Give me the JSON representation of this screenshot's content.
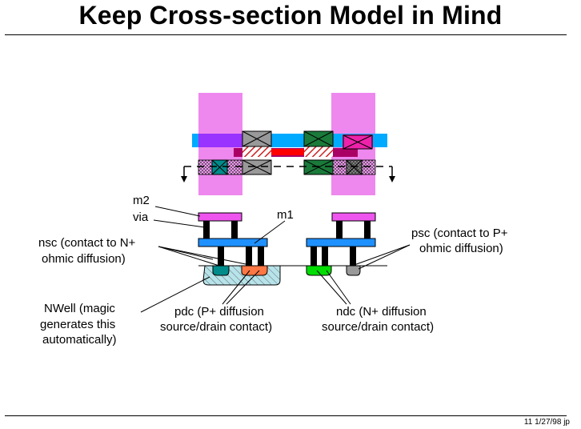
{
  "title": "Keep Cross-section Model in Mind",
  "labels": {
    "m2": "m2",
    "via": "via",
    "m1": "m1",
    "nsc_1": "nsc (contact to N+",
    "nsc_2": "ohmic diffusion)",
    "psc_1": "psc (contact to P+",
    "psc_2": "ohmic diffusion)",
    "nwell_1": "NWell (magic",
    "nwell_2": "generates this",
    "nwell_3": "automatically)",
    "pdc_1": "pdc (P+ diffusion",
    "pdc_2": "source/drain contact)",
    "ndc_1": "ndc (N+ diffusion",
    "ndc_2": "source/drain contact)"
  },
  "footer": "11  1/27/98  jp",
  "colors": {
    "pselect": "#ee88ee",
    "m1": "#1e90ff",
    "m2": "#ee55ee",
    "metal_bar": "#00aaff",
    "poly": "#ff0000",
    "nwell": "#b0e0e6",
    "ndiff": "#00cc00",
    "pdiff": "#ff7744",
    "nsc": "#008b8b",
    "psc": "#999999",
    "via": "#000000"
  }
}
